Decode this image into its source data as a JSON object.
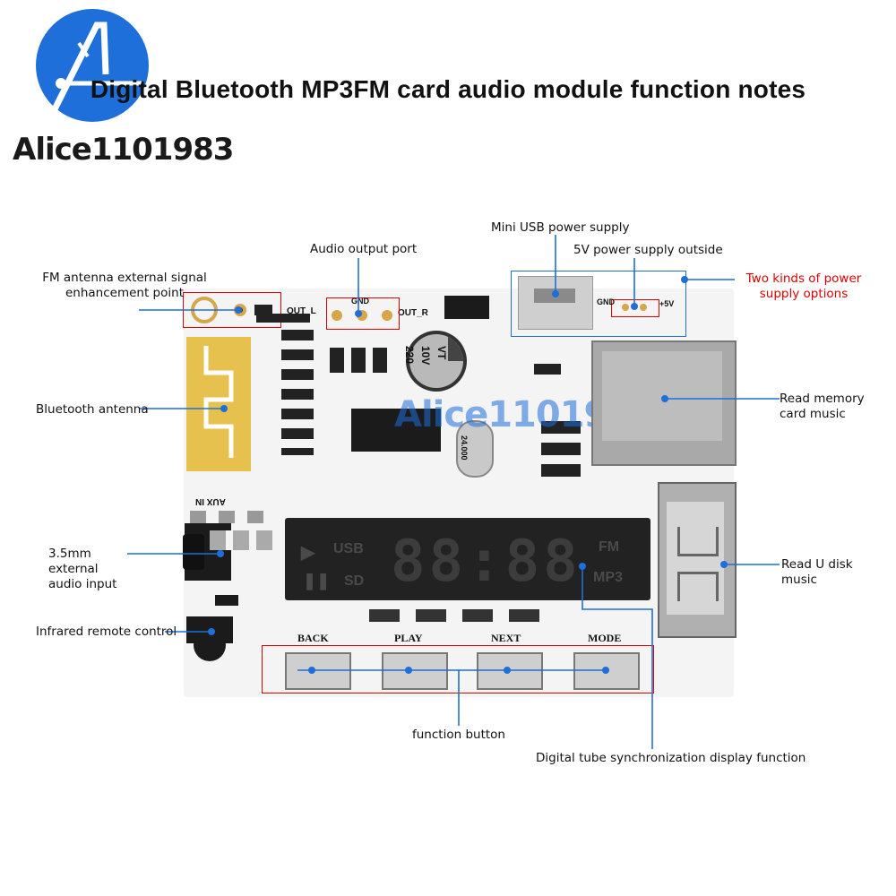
{
  "title": "Digital Bluetooth MP3FM card audio module function notes",
  "watermark": {
    "brand": "Alice1101983",
    "board_watermark": "Alice1101983"
  },
  "labels": {
    "fm_antenna": "FM antenna external signal enhancement point",
    "audio_output": "Audio output port",
    "mini_usb": "Mini USB power supply",
    "five_v": "5V power supply outside",
    "power_options": "Two kinds of power supply options",
    "bluetooth_antenna": "Bluetooth antenna",
    "memory_card": "Read memory card music",
    "aux_input": "3.5mm external audio input",
    "udisk": "Read U disk music",
    "ir_remote": "Infrared remote control",
    "function_button": "function button",
    "digital_tube": "Digital tube synchronization display function"
  },
  "board_text": {
    "out_l": "OUT_L",
    "out_r": "OUT_R",
    "gnd_audio": "GND",
    "gnd_power": "GND",
    "plus5v": "+5V",
    "aux_in": "AUX IN",
    "cap_value": "220",
    "cap_voltage": "10V",
    "cap_series": "VT",
    "crystal": "24.000",
    "display": {
      "usb": "USB",
      "sd": "SD",
      "fm": "FM",
      "mp3": "MP3",
      "digits": "88:88"
    },
    "buttons": [
      "BACK",
      "PLAY",
      "NEXT",
      "MODE"
    ]
  },
  "colors": {
    "annotation": "#1e6fd9",
    "highlight": "#e00000",
    "logo": "#1e6fd9"
  }
}
